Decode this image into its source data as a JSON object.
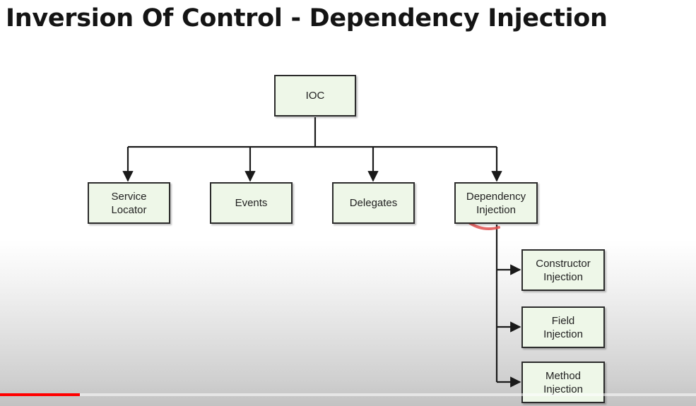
{
  "slide": {
    "title": "Inversion Of Control - Dependency Injection"
  },
  "diagram": {
    "root": {
      "label": [
        "IOC"
      ]
    },
    "children": [
      {
        "label": [
          "Service",
          "Locator"
        ]
      },
      {
        "label": [
          "Events"
        ]
      },
      {
        "label": [
          "Delegates"
        ]
      },
      {
        "label": [
          "Dependency",
          "Injection"
        ]
      }
    ],
    "dependency_injection_types": [
      {
        "label": [
          "Constructor",
          "Injection"
        ]
      },
      {
        "label": [
          "Field",
          "Injection"
        ]
      },
      {
        "label": [
          "Method",
          "Injection"
        ]
      }
    ]
  },
  "player": {
    "progress_fraction": 0.115,
    "progress_color": "#ff0000"
  },
  "colors": {
    "node_fill": "#eef7e8",
    "node_border": "#2b2b2b",
    "connector": "#1a1a1a",
    "annotation_stroke": "#e0504f"
  }
}
